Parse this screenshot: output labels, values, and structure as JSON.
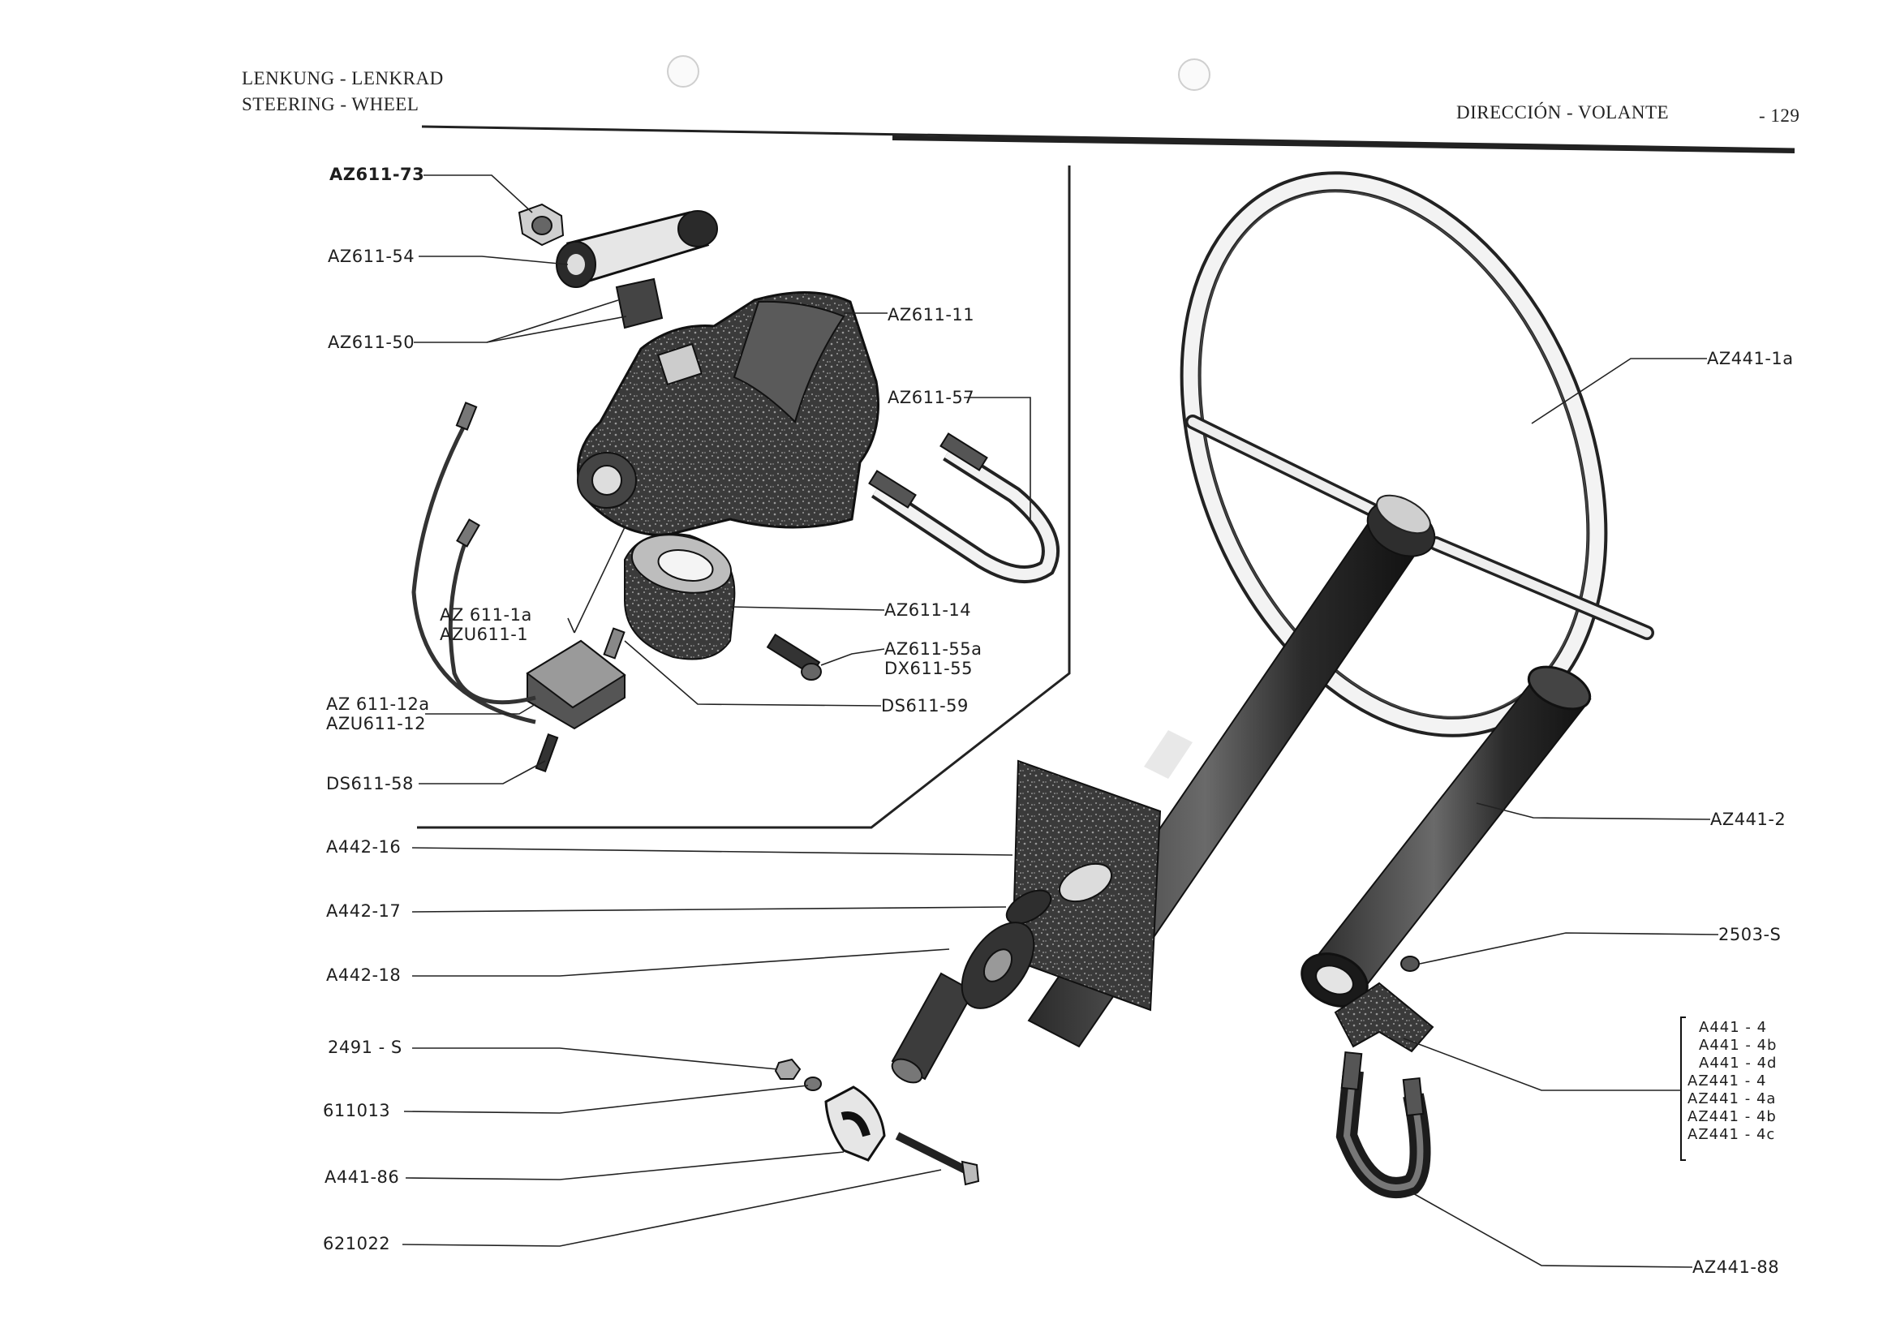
{
  "header": {
    "left_line1": "LENKUNG - LENKRAD",
    "left_line2": "STEERING - WHEEL",
    "right_title": "DIRECCIÓN - VOLANTE",
    "page_number": "- 129"
  },
  "parts": {
    "az611_73": "AZ611-73",
    "az611_54": "AZ611-54",
    "az611_50": "AZ611-50",
    "az611_11": "AZ611-11",
    "az611_57": "AZ611-57",
    "az611_1a": "AZ 611-1a",
    "azu611_1": "AZU611-1",
    "az611_14": "AZ611-14",
    "az611_55a": "AZ611-55a",
    "dx611_55": "DX611-55",
    "az611_12a": "AZ 611-12a",
    "azu611_12": "AZU611-12",
    "ds611_59": "DS611-59",
    "ds611_58": "DS611-58",
    "a442_16": "A442-16",
    "a442_17": "A442-17",
    "a442_18": "A442-18",
    "s2491": "2491 - S",
    "p611013": "611013",
    "a441_86": "A441-86",
    "p621022": "621022",
    "az441_1a": "AZ441-1a",
    "az441_2": "AZ441-2",
    "s2503": "2503-S",
    "az441_88": "AZ441-88",
    "group": [
      "A441 - 4",
      "A441 - 4b",
      "A441 - 4d",
      "AZ441 - 4",
      "AZ441 - 4a",
      "AZ441 - 4b",
      "AZ441 - 4c"
    ]
  }
}
